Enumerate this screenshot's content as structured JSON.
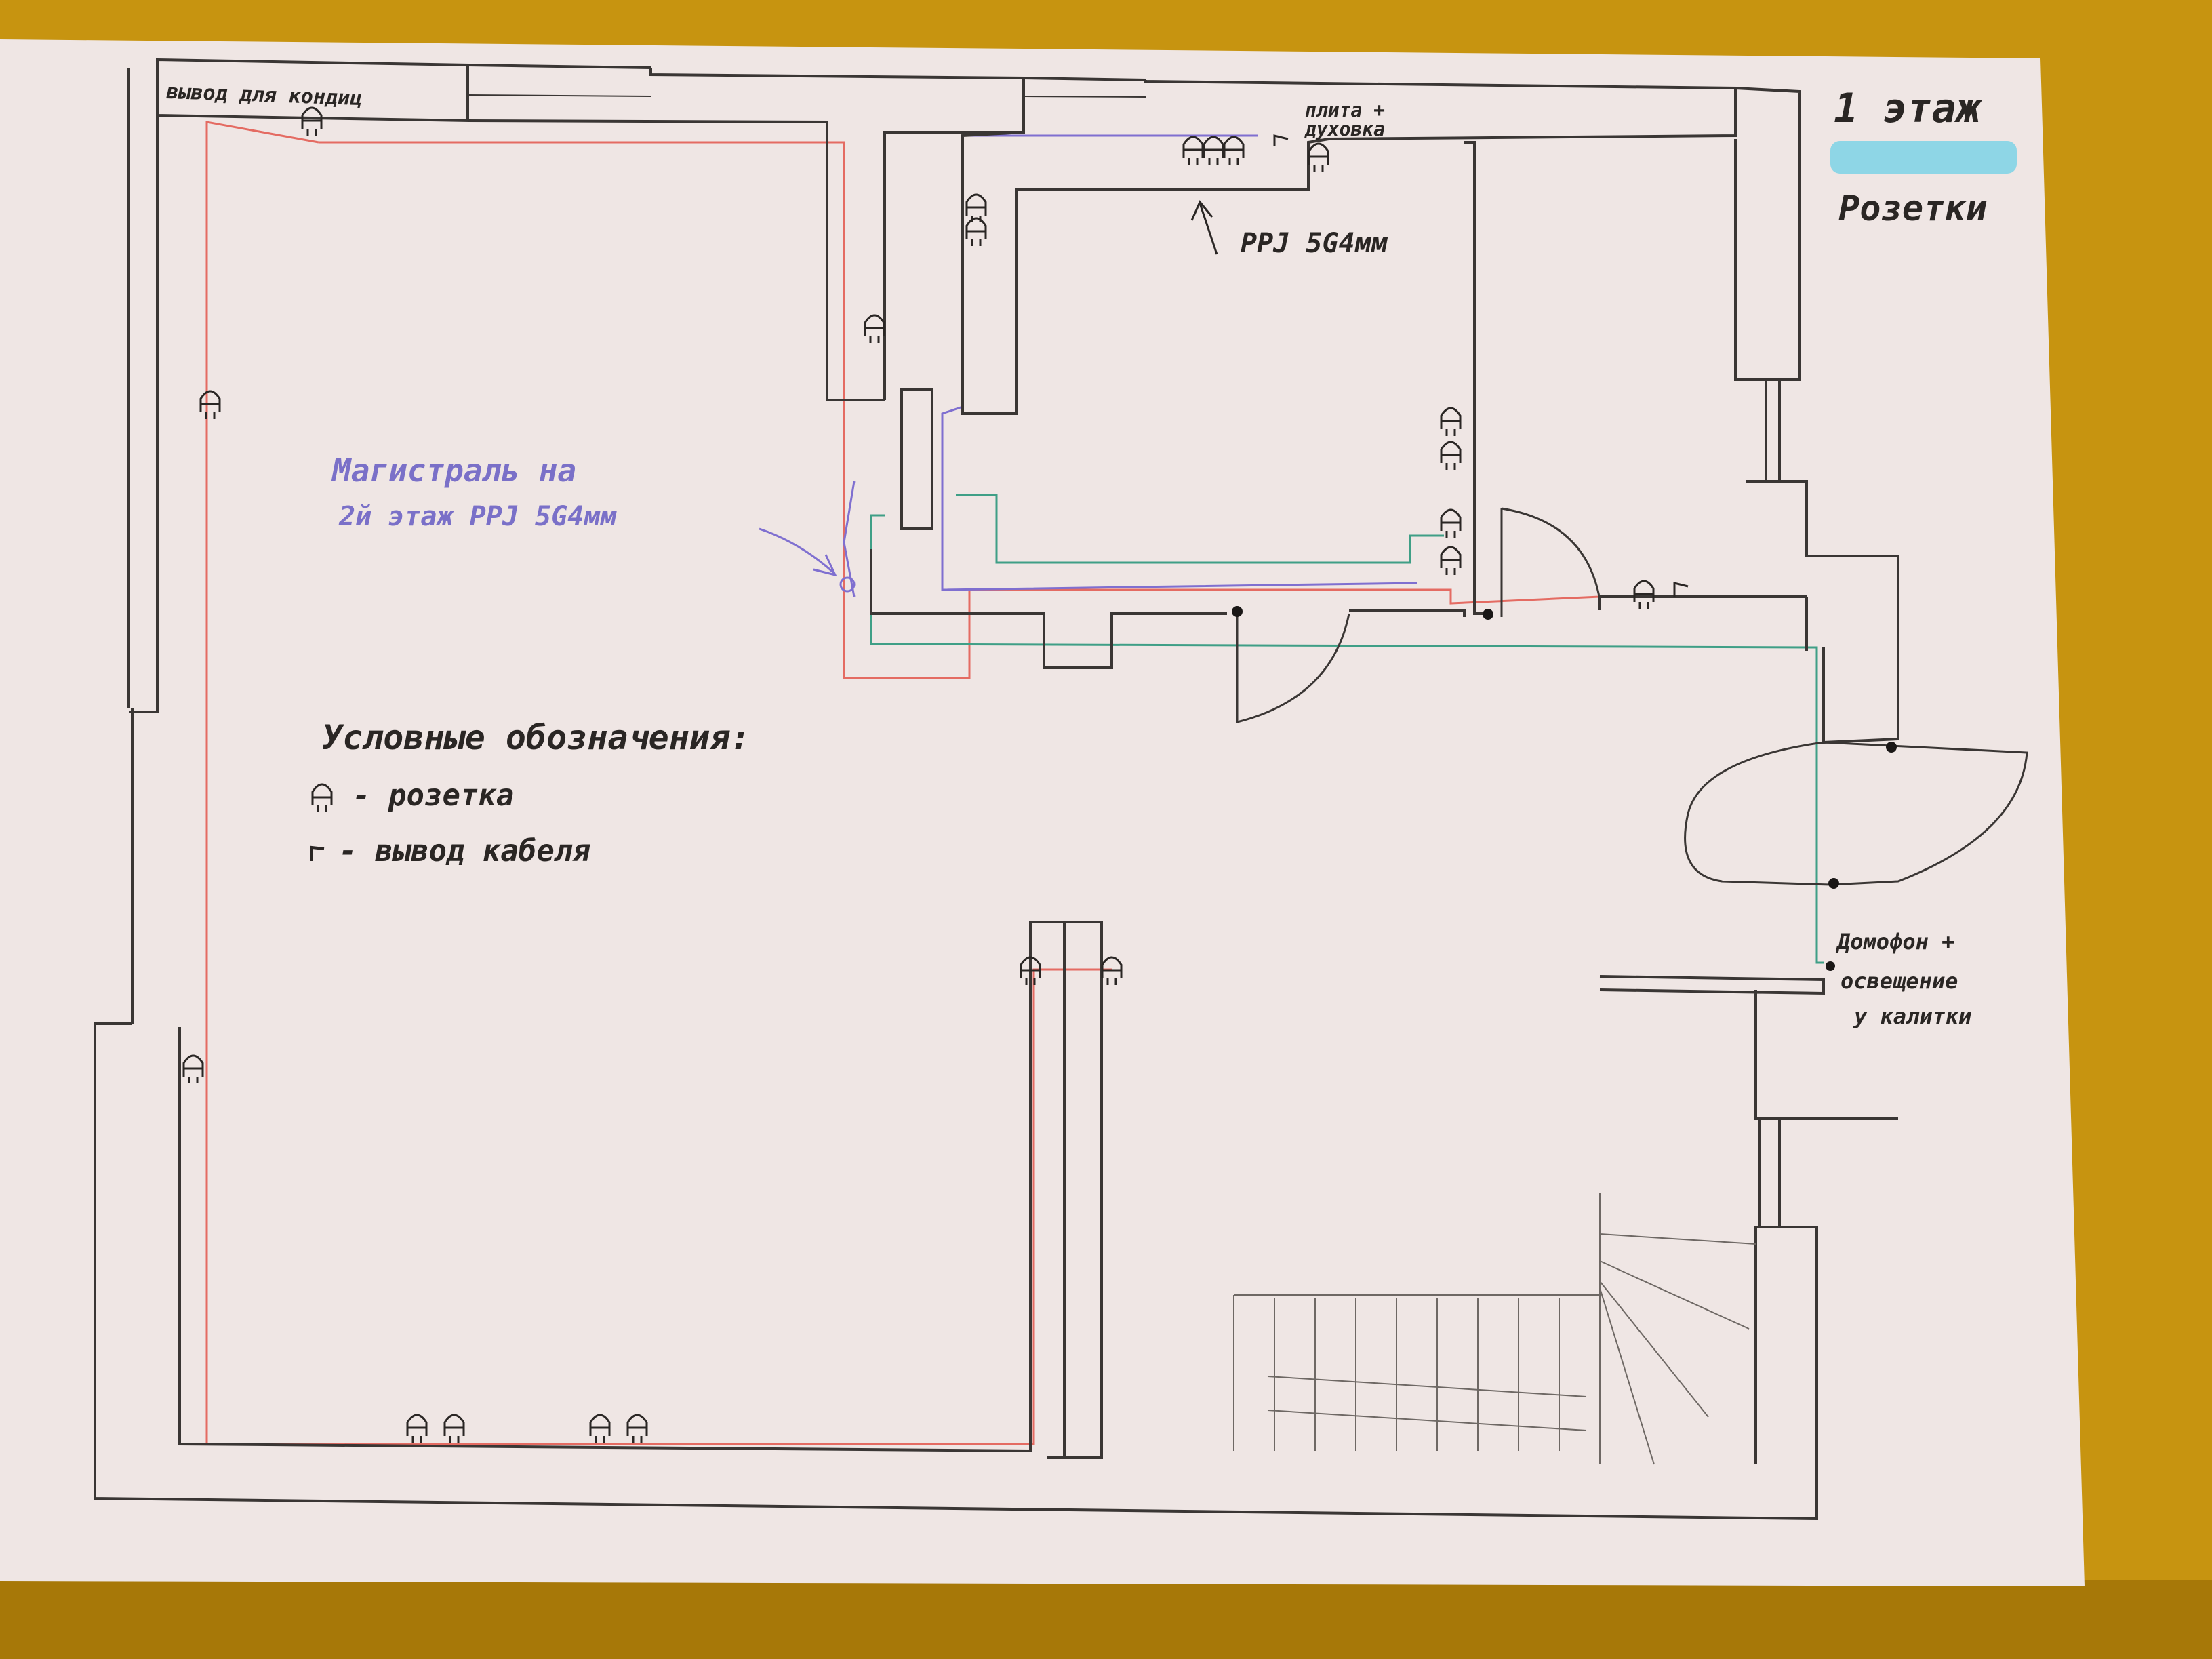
{
  "colors": {
    "table": "#c79410",
    "table_dark": "#a77808",
    "paper": "#efe6e4",
    "wall": "#3a3634",
    "wire_red": "#e46b62",
    "wire_blue": "#7f6fd0",
    "wire_green": "#3f9f86",
    "ink_blue": "#7a70c8",
    "marker_teal": "#8ed6e6"
  },
  "legend": {
    "floor_title": "1 этаж",
    "marker_label": "Розетки",
    "conventions_title": "Условные обозначения:",
    "socket_text": "- розетка",
    "cable_text": "- вывод кабеля"
  },
  "labels": {
    "ac_outlet": "вывод для кондиц",
    "stove": "плита +",
    "oven": "духовка",
    "kitchen_cable": "PPJ 5G4мм",
    "main_line_1": "Магистраль на",
    "main_line_2": "2й этаж PPJ 5G4мм",
    "intercom_1": "Домофон +",
    "intercom_2": "освещение",
    "intercom_3": "у калитки"
  },
  "icons": [
    "socket-icon",
    "cable-outlet-icon",
    "arrow-icon"
  ]
}
